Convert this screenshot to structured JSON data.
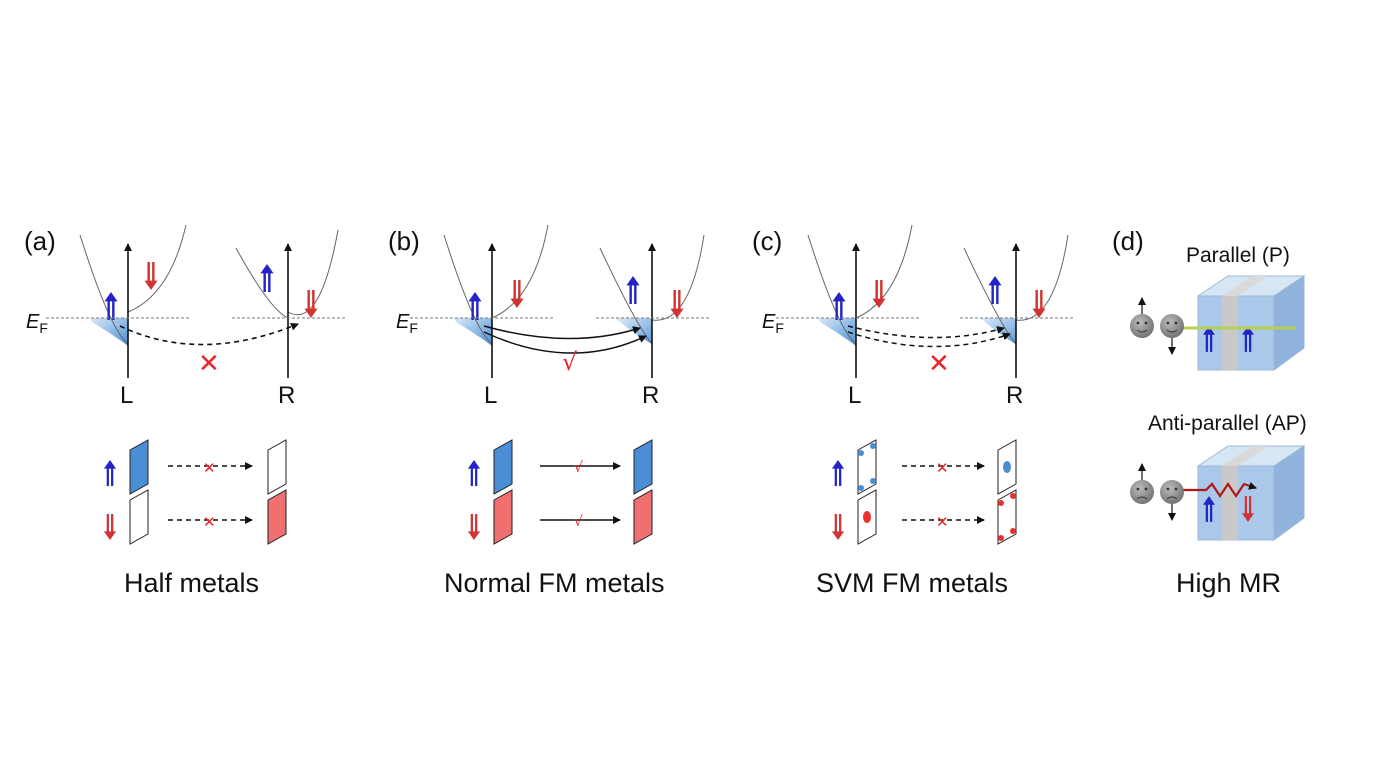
{
  "panels": [
    {
      "label": "(a)",
      "ef_symbol": "E",
      "ef_sub": "F",
      "left_axis": "L",
      "right_axis": "R",
      "transport_mark": "✕",
      "caption": "Half metals"
    },
    {
      "label": "(b)",
      "ef_symbol": "E",
      "ef_sub": "F",
      "left_axis": "L",
      "right_axis": "R",
      "transport_mark": "√",
      "caption": "Normal FM metals"
    },
    {
      "label": "(c)",
      "ef_symbol": "E",
      "ef_sub": "F",
      "left_axis": "L",
      "right_axis": "R",
      "transport_mark": "✕",
      "caption": "SVM FM metals"
    }
  ],
  "panel_d": {
    "label": "(d)",
    "parallel_label": "Parallel (P)",
    "antiparallel_label": "Anti-parallel (AP)",
    "caption": "High MR"
  },
  "colors": {
    "spin_up": "#2323c8",
    "spin_down": "#d23232",
    "up_fill": "#4a8fd6",
    "down_fill": "#f07070",
    "mark": "#e8252b",
    "layer_blue": "#a9c8ea",
    "layer_gray": "#c9c9c9",
    "parallel_beam": "#b5d24a",
    "ap_path": "#b01818"
  }
}
